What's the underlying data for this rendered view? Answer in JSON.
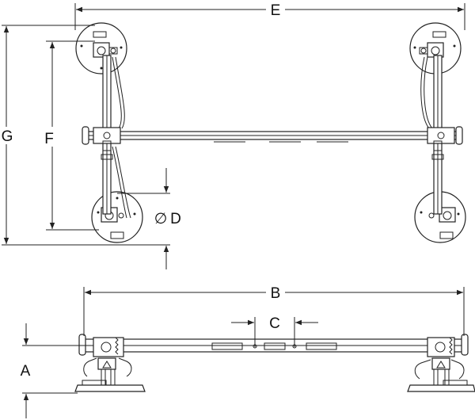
{
  "labels": {
    "a": "A",
    "b": "B",
    "c": "C",
    "d": "D",
    "e": "E",
    "f": "F",
    "g": "G",
    "diameter_symbol": "∅"
  },
  "colors": {
    "line": "#222222",
    "background": "#ffffff"
  }
}
